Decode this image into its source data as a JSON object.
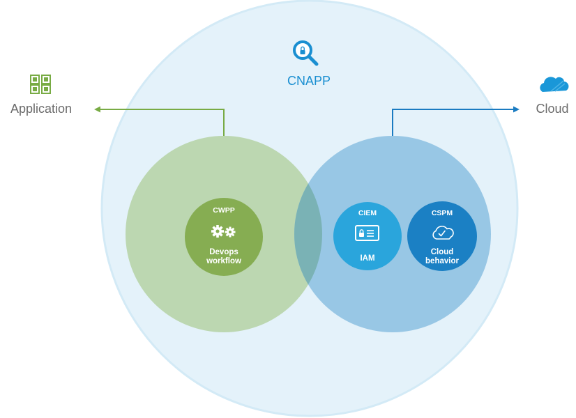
{
  "colors": {
    "outer_fill": "#e4f2fa",
    "outer_stroke": "#d3eaf6",
    "green_circle": "#bcd7b1",
    "green_inner": "#86ad52",
    "green_line": "#78ab44",
    "blue_circle": "#98c7e5",
    "overlap": "#7ab2b5",
    "ciem_inner": "#2aa5dc",
    "cspm_inner": "#1b80c4",
    "blue_line": "#1a7bc1",
    "cnapp_blue": "#1a8fd1",
    "side_label": "#6b6b6b"
  },
  "outer": {
    "title": "CNAPP",
    "icon": "magnifier-lock-icon"
  },
  "left_side": {
    "label": "Application",
    "icon": "app-grid-icon"
  },
  "right_side": {
    "label": "Cloud",
    "icon": "cloud-icon"
  },
  "modules": [
    {
      "id": "cwpp",
      "title": "CWPP",
      "icon": "gears-icon",
      "body_lines": [
        "Devops",
        "workflow"
      ]
    },
    {
      "id": "ciem",
      "title": "CIEM",
      "icon": "id-card-lock-icon",
      "body_lines": [
        "IAM"
      ]
    },
    {
      "id": "cspm",
      "title": "CSPM",
      "icon": "cloud-check-icon",
      "body_lines": [
        "Cloud",
        "behavior"
      ]
    }
  ]
}
